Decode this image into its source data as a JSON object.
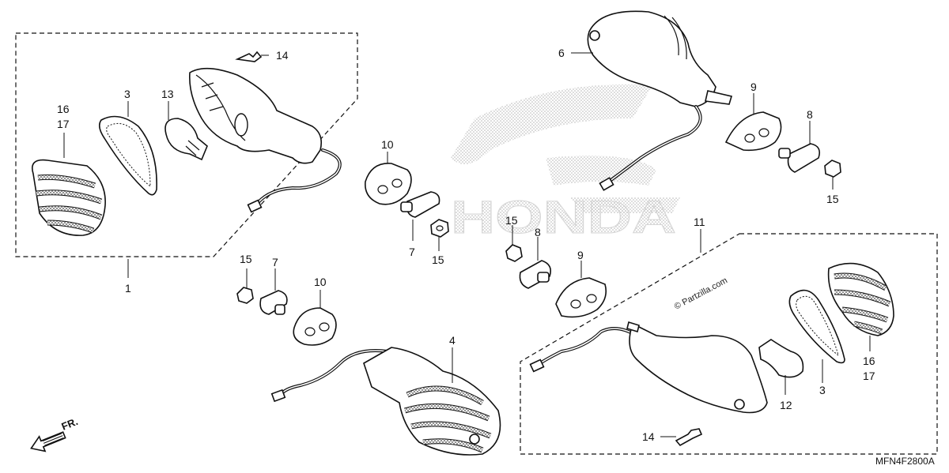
{
  "diagram": {
    "brand_text": "HONDA",
    "watermark": "© Partzilla.com",
    "diagram_code": "MFN4F2800A",
    "direction_label": "FR.",
    "callouts": {
      "c1": "1",
      "c3a": "3",
      "c13": "13",
      "c14a": "14",
      "c16a": "16",
      "c17a": "17",
      "c10a": "10",
      "c7a": "7",
      "c15a": "15",
      "c15b": "15",
      "c7b": "7",
      "c10b": "10",
      "c4": "4",
      "c6": "6",
      "c9a": "9",
      "c8a": "8",
      "c15c": "15",
      "c11": "11",
      "c15d": "15",
      "c8b": "8",
      "c9b": "9",
      "c16b": "16",
      "c17b": "17",
      "c12": "12",
      "c3b": "3",
      "c14b": "14"
    }
  }
}
